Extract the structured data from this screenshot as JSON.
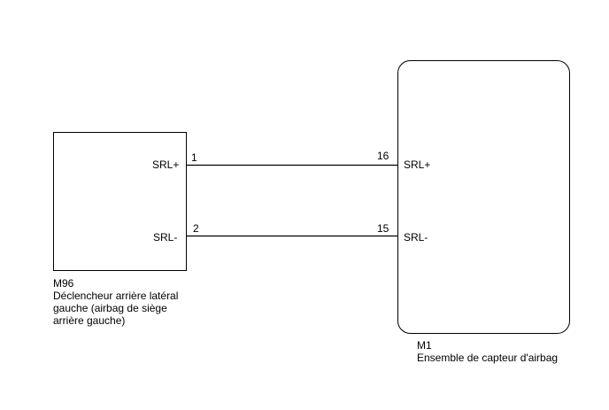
{
  "left_component": {
    "code": "M96",
    "name_lines": [
      "Déclencheur arrière latéral",
      "gauche (airbag de siège",
      "arrière gauche)"
    ],
    "pins": [
      {
        "signal": "SRL+",
        "number": "1"
      },
      {
        "signal": "SRL-",
        "number": "2"
      }
    ]
  },
  "right_component": {
    "code": "M1",
    "name": "Ensemble de capteur d'airbag",
    "pins": [
      {
        "signal": "SRL+",
        "number": "16"
      },
      {
        "signal": "SRL-",
        "number": "15"
      }
    ]
  }
}
